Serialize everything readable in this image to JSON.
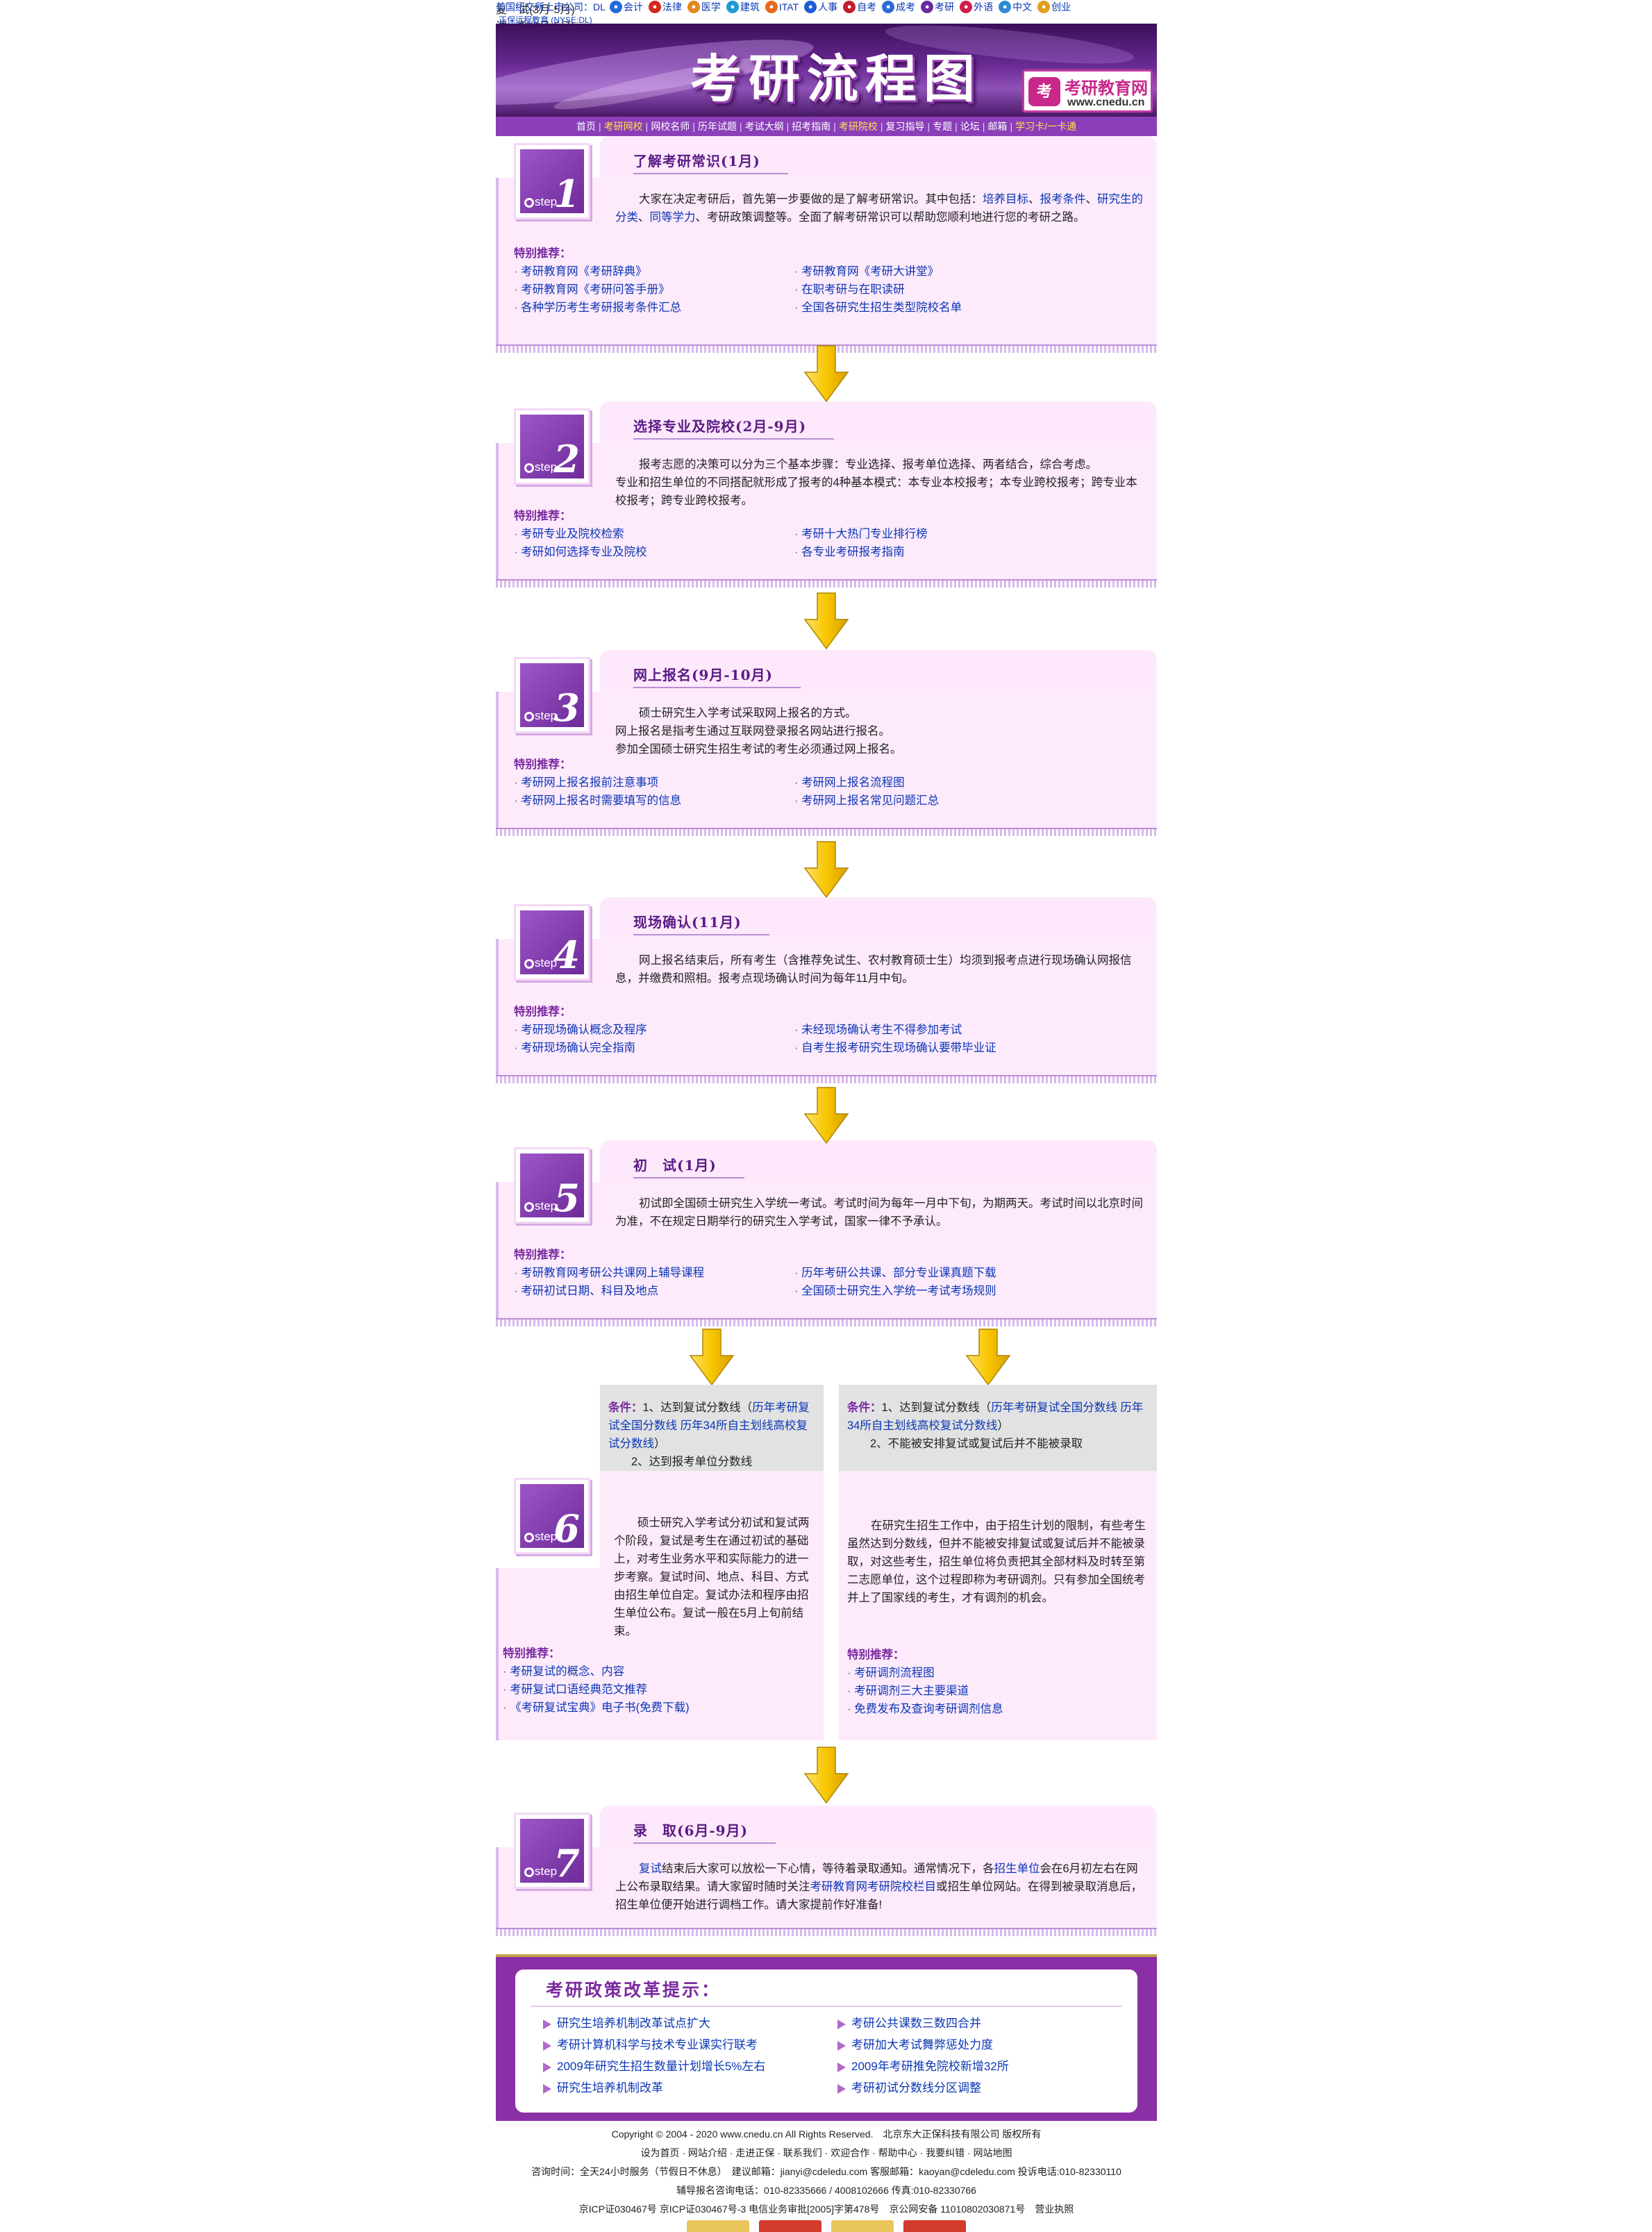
{
  "topbar": {
    "company": "美国纽交所上市公司：DL",
    "channels": [
      {
        "label": "会计",
        "color": "#1e6bd6"
      },
      {
        "label": "法律",
        "color": "#d4281e"
      },
      {
        "label": "医学",
        "color": "#e08a1e"
      },
      {
        "label": "建筑",
        "color": "#1e9ad6"
      },
      {
        "label": "ITAT",
        "color": "#e8691e"
      },
      {
        "label": "人事",
        "color": "#1e5bd6"
      },
      {
        "label": "自考",
        "color": "#c41e2e"
      },
      {
        "label": "成考",
        "color": "#2e6ad6"
      },
      {
        "label": "考研",
        "color": "#6a2aa0"
      },
      {
        "label": "外语",
        "color": "#d01e4e"
      },
      {
        "label": "中文",
        "color": "#2e8ad6"
      },
      {
        "label": "创业",
        "color": "#e0a01e"
      }
    ],
    "row2": "正保远程教育  (NYSE:DL)"
  },
  "banner": {
    "title": "考研流程图",
    "logo_name": "考研教育网",
    "logo_url": "www.cnedu.cn",
    "logo_mark": "考"
  },
  "nav": {
    "items": [
      {
        "label": "首页",
        "hl": false
      },
      {
        "label": "考研网校",
        "hl": true
      },
      {
        "label": "网校名师",
        "hl": false
      },
      {
        "label": "历年试题",
        "hl": false
      },
      {
        "label": "考试大纲",
        "hl": false
      },
      {
        "label": "招考指南",
        "hl": false
      },
      {
        "label": "考研院校",
        "hl": true
      },
      {
        "label": "复习指导",
        "hl": false
      },
      {
        "label": "专题",
        "hl": false
      },
      {
        "label": "论坛",
        "hl": false
      },
      {
        "label": "邮箱",
        "hl": false
      },
      {
        "label": "学习卡/一卡通",
        "hl": true
      }
    ]
  },
  "step_label": "step",
  "rec_heading": "特别推荐：",
  "steps": [
    {
      "num": "1",
      "title": "了解考研常识(1月)",
      "desc_html": "大家在决定考研后，首先第一步要做的是了解考研常识。其中包括：<span class='link'>培养目标</span>、<span class='link'>报考条件</span>、<span class='link'>研究生的分类</span>、<span class='link'>同等学力</span>、考研政策调整等。全面了解考研常识可以帮助您顺利地进行您的考研之路。",
      "recs": [
        "考研教育网《考研辞典》",
        "考研教育网《考研大讲堂》",
        "考研教育网《考研问答手册》",
        "在职考研与在职读研",
        "各种学历考生考研报考条件汇总",
        "全国各研究生招生类型院校名单"
      ]
    },
    {
      "num": "2",
      "title": "选择专业及院校(2月-9月)",
      "desc_html": "报考志愿的决策可以分为三个基本步骤：专业选择、报考单位选择、两者结合，综合考虑。<br>专业和招生单位的不同搭配就形成了报考的4种基本模式：本专业本校报考；本专业跨校报考；跨专业本校报考；跨专业跨校报考。",
      "recs": [
        "考研专业及院校检索",
        "考研十大热门专业排行榜",
        "考研如何选择专业及院校",
        "各专业考研报考指南"
      ]
    },
    {
      "num": "3",
      "title": "网上报名(9月-10月)",
      "desc_html": "硕士研究生入学考试采取网上报名的方式。<br>网上报名是指考生通过互联网登录报名网站进行报名。<br>参加全国硕士研究生招生考试的考生必须通过网上报名。",
      "recs": [
        "考研网上报名报前注意事项",
        "考研网上报名流程图",
        "考研网上报名时需要填写的信息",
        "考研网上报名常见问题汇总"
      ]
    },
    {
      "num": "4",
      "title": "现场确认(11月)",
      "desc_html": "网上报名结束后，所有考生（含推荐免试生、农村教育硕士生）均须到报考点进行现场确认网报信息，并缴费和照相。报考点现场确认时间为每年11月中旬。",
      "recs": [
        "考研现场确认概念及程序",
        "未经现场确认考生不得参加考试",
        "考研现场确认完全指南",
        "自考生报考研究生现场确认要带毕业证"
      ]
    },
    {
      "num": "5",
      "title": "初　试(1月)",
      "desc_html": "初试即全国硕士研究生入学统一考试。考试时间为每年一月中下旬，为期两天。考试时间以北京时间为准，不在规定日期举行的研究生入学考试，国家一律不予承认。",
      "recs": [
        "考研教育网考研公共课网上辅导课程",
        "历年考研公共课、部分专业课真题下载",
        "考研初试日期、科目及地点",
        "全国硕士研究生入学统一考试考场规则"
      ]
    },
    {
      "num": "7",
      "title": "录　取(6月-9月)",
      "desc_html": "<span class='link'>复试</span>结束后大家可以放松一下心情，等待着录取通知。通常情况下，各<span class='link'>招生单位</span>会在6月初左右在网上公布录取结果。请大家留时随时关注<span class='link'>考研教育网考研院校栏目</span>或招生单位网站。在得到被录取消息后，招生单位便开始进行调档工作。请大家提前作好准备!",
      "recs": []
    }
  ],
  "split": {
    "left_cond_label": "条件：",
    "left_cond_html": "1、达到复试分数线（<span class='link'>历年考研复试全国分数线</span> <span class='link'>历年34所自主划线高校复试分数线</span>）<br>　　2、达到报考单位分数线",
    "right_cond_label": "条件：",
    "right_cond_html": "1、达到复试分数线（<span class='link'>历年考研复试全国分数线</span> <span class='link'>历年34所自主划线高校复试分数线</span>）<br>　　2、不能被安排复试或复试后并不能被录取",
    "left_num": "6",
    "left_title": "复　试(3月-5月)",
    "left_desc": "硕士研究入学考试分初试和复试两个阶段，复试是考生在通过初试的基础上，对考生业务水平和实际能力的进一步考察。复试时间、地点、科目、方式由招生单位自定。复试办法和程序由招生单位公布。复试一般在5月上旬前结束。",
    "left_recs": [
      "考研复试的概念、内容",
      "考研复试口语经典范文推荐",
      "《考研复试宝典》电子书(免费下载)"
    ],
    "right_title": "调　剂(3月-5月)",
    "right_desc": "在研究生招生工作中，由于招生计划的限制，有些考生虽然达到分数线，但并不能被安排复试或复试后并不能被录取，对这些考生，招生单位将负责把其全部材料及时转至第二志愿单位，这个过程即称为考研调剂。只有参加全国统考并上了国家线的考生，才有调剂的机会。",
    "right_recs": [
      "考研调剂流程图",
      "考研调剂三大主要渠道",
      "免费发布及查询考研调剂信息"
    ]
  },
  "policy": {
    "title": "考研政策改革提示：",
    "items": [
      "研究生培养机制改革试点扩大",
      "考研公共课数三数四合并",
      "考研计算机科学与技术专业课实行联考",
      "考研加大考试舞弊惩处力度",
      "2009年研究生招生数量计划增长5%左右",
      "2009年考研推免院校新增32所",
      "研究生培养机制改革",
      "考研初试分数线分区调整"
    ]
  },
  "footer": {
    "line1": "Copyright © 2004 - 2020 www.cnedu.cn All Rights Reserved.　北京东大正保科技有限公司 版权所有",
    "line2": "设为首页 · 网站介绍 · 走进正保 · 联系我们 · 欢迎合作 · 帮助中心 · 我要纠错 · 网站地图",
    "line3": "咨询时间：全天24小时服务（节假日不休息）　建议邮箱：jianyi@cdeledu.com 客服邮箱：kaoyan@cdeledu.com 投诉电话:010-82330110",
    "line4": "辅导报名咨询电话：010-82335666 / 4008102666 传真:010-82330766",
    "line5": "京ICP证030467号 京ICP证030467号-3 电信业务审批[2005]字第478号　京公网安备 11010802030871号　营业执照"
  }
}
